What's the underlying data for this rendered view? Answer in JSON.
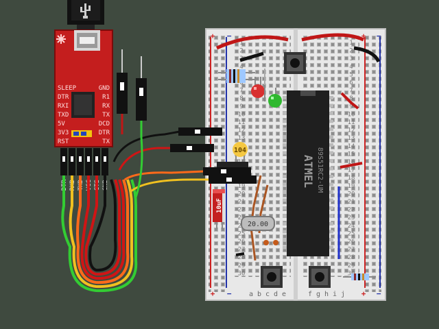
{
  "colors": {
    "background": "#3f4a3f",
    "pcb": "#c41e1e",
    "breadboard": "#e8e8e8",
    "rail_red": "#cc2222",
    "rail_blue": "#2233aa",
    "chip": "#1f1f1f",
    "led_red": "#d83030",
    "led_green": "#2fb82f",
    "wire_black": "#111111",
    "wire_red": "#d01515",
    "wire_orange": "#ff6a1a",
    "wire_yellow": "#f0c020",
    "wire_green": "#33cc33",
    "wire_blue": "#2233cc",
    "ceramic_cap": "#f5c842"
  },
  "usb_module": {
    "row_labels_left": [
      "SLEEP",
      "DTR",
      "RXI",
      "TXD",
      "5V",
      "3V3",
      "RST"
    ],
    "row_labels_right": [
      "GND",
      "R1",
      "RX",
      "TX",
      "DCD",
      "DTR",
      "TX"
    ],
    "header_pin_labels": [
      "DTR",
      "RXD",
      "TXD",
      "VCC",
      "CTS",
      "GND"
    ]
  },
  "breadboard": {
    "row_numbers": [
      "1",
      "2",
      "3",
      "4",
      "5",
      "6",
      "7",
      "8",
      "9",
      "10",
      "11",
      "12",
      "13",
      "14",
      "15",
      "16",
      "17",
      "18",
      "19",
      "20",
      "21",
      "22",
      "23",
      "24",
      "25",
      "26",
      "27",
      "28",
      "29",
      "30"
    ],
    "left_columns": [
      "a",
      "b",
      "c",
      "d",
      "e"
    ],
    "right_columns": [
      "f",
      "g",
      "h",
      "i",
      "j"
    ],
    "rail_plus": "+",
    "rail_minus": "−"
  },
  "components": {
    "chip_brand": "ATMEL",
    "chip_part": "89S51RC2-UM",
    "crystal_label": "20.00",
    "ceramic_cap_label": "104",
    "electrolytic_cap_label": "10uF"
  }
}
